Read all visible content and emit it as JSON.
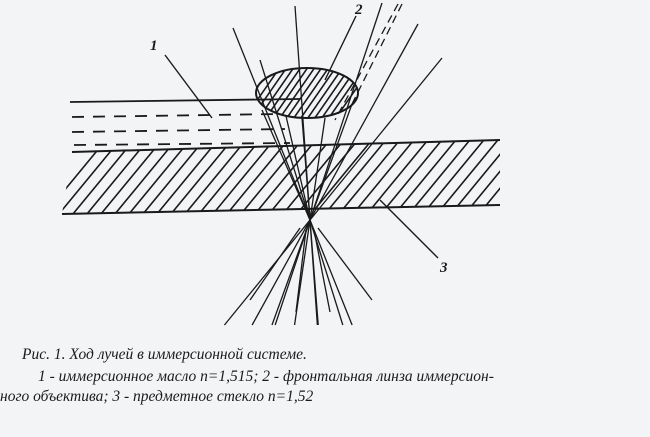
{
  "labels": {
    "oil": "1",
    "lens": "2",
    "glass": "3"
  },
  "caption": {
    "title": "Рис. 1. Ход лучей в иммерсионной системе.",
    "line1": "1 - иммерсионное масло n=1,515; 2 - фронтальная линза иммерсион-",
    "line2": "ного объектива; 3 - предметное стекло n=1,52"
  },
  "colors": {
    "ink": "#1a1a1a",
    "paper": "#f3f4f6"
  }
}
